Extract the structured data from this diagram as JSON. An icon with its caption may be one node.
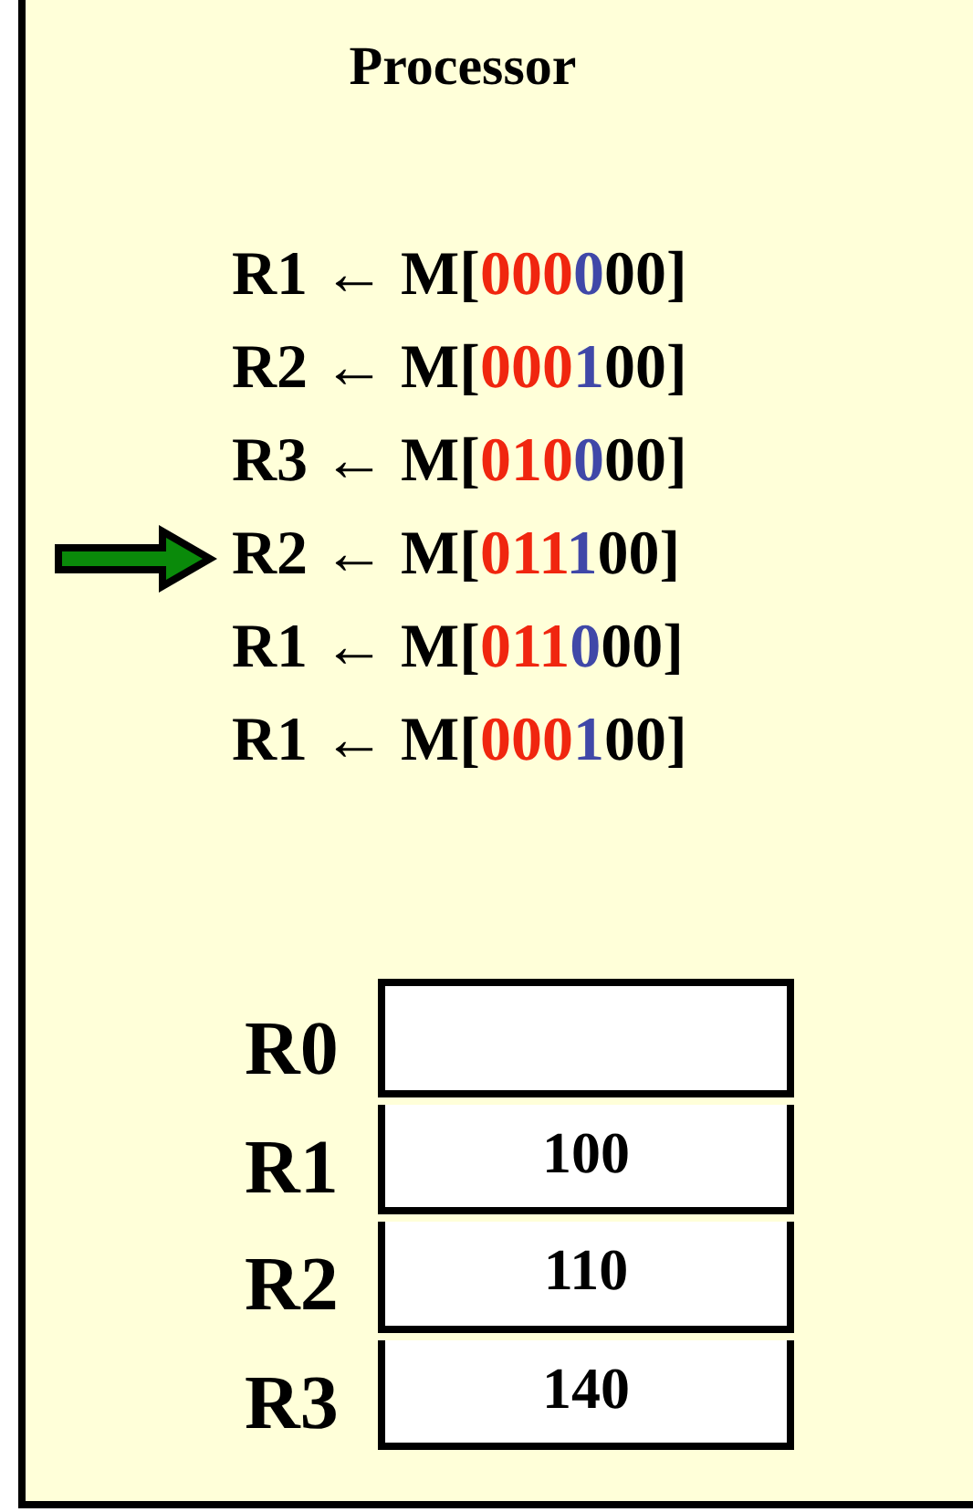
{
  "diagram": {
    "nodes": [
      {
        "text": [
          "Processor"
        ]
      },
      {
        "text": [],
        "shape": "box",
        "beside": [
          "R0"
        ],
        "in": 0
      },
      {
        "text": [
          "100"
        ],
        "beside": [
          "R1"
        ],
        "in": 0
      },
      {
        "text": [
          "110"
        ],
        "beside": [
          "R2"
        ],
        "in": 0
      },
      {
        "text": [
          "140"
        ],
        "beside": [
          "R3"
        ],
        "in": 0
      }
    ],
    "edges": [],
    "labels": [
      "R1 ← M[000000]",
      "R2 ← M[000100]",
      "R3 ← M[010000]",
      "R2 ← M[011100]",
      "R1 ← M[011000]",
      "R1 ← M[000100]"
    ]
  }
}
